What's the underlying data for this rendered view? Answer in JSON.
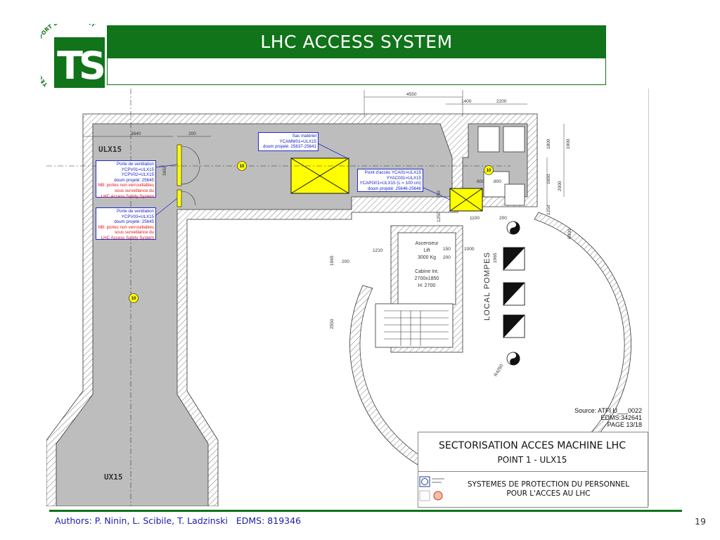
{
  "slide": {
    "title": "LHC ACCESS SYSTEM",
    "logo_text": "TECHNICAL SUPPORT DEPARTMENT",
    "logo_letters": "TS",
    "footer_authors": "Authors: P. Ninin, L. Scibile, T. Ladzinski   EDMS: 819346",
    "page_number": "19"
  },
  "colors": {
    "brand_green": "#11731a",
    "wall_gray": "#bdbdbd",
    "device_yellow": "#ffff00",
    "caption_blue": "#1722c4",
    "warning_red": "#e0141b"
  },
  "plan": {
    "room_label_top": "ULX15",
    "room_label_bottom": "UX15",
    "local_pompes": "LOCAL POMPES",
    "sector_marker": "10",
    "elevator": {
      "line1": "Ascenseur",
      "line2": "Lift",
      "line3": "3000 Kg",
      "line4": "Cabine Int.",
      "line5": "2700x1850",
      "line6": "H: 2700"
    },
    "dimensions": [
      "4550",
      "1400",
      "2200",
      "3840",
      "200",
      "1800",
      "1900",
      "1650",
      "2000",
      "3650",
      "1250",
      "6000",
      "1100",
      "200",
      "750",
      "800",
      "1250",
      "1000",
      "150",
      "200",
      "1210",
      "200",
      "1965",
      "2550",
      "600",
      "1965",
      "R4250"
    ],
    "captions": {
      "materiel": {
        "l1": "Sas matériel",
        "l2": "YCAMM01=ULX15",
        "l3": "doum projeté: 25637-25641"
      },
      "vent1": {
        "l1": "Porte de ventilation",
        "l2": "YCPV01=ULX15",
        "l3": "YCPV02=ULX15",
        "l4": "doum projeté: 25645",
        "r1": "NB: portes non verrouillables",
        "r2": "sous surveillance du",
        "r3": "LHC Access Safety System"
      },
      "vent2": {
        "l1": "Porte de ventilation",
        "l2": "YCPV03=ULX15",
        "l3": "doum projeté: 25645",
        "r1": "NB: portes non verrouillables",
        "r2": "sous surveillance du",
        "r3": "LHC Access Safety System"
      },
      "acces": {
        "l1": "Point d'accès YCA01=ULX15",
        "l2": "YYAC001=ULX15",
        "l3": "YCAPG01=ULX15 (L = 100 cm)",
        "l4": "doum projeté: 25646-25648"
      }
    }
  },
  "source_note": {
    "l1": "Source: ATFI U___0022",
    "l2": "EDMS:342641",
    "l3": "PAGE 13/18"
  },
  "title_block": {
    "main": "SECTORISATION ACCES MACHINE LHC",
    "sub": "POINT 1 - ULX15",
    "sys1": "SYSTEMES DE PROTECTION DU PERSONNEL",
    "sys2": "POUR L'ACCES AU LHC"
  }
}
